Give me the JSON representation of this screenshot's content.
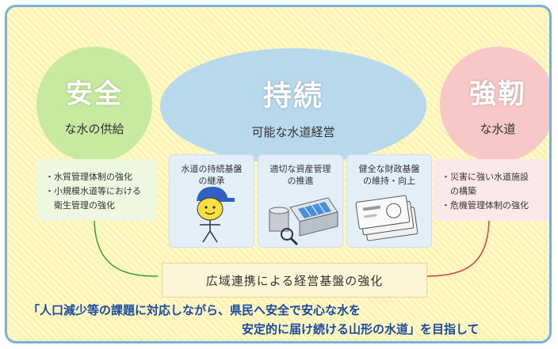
{
  "circles": {
    "left": {
      "title": "安全",
      "subtitle": "な水の供給"
    },
    "center": {
      "title": "持続",
      "subtitle": "可能な水道経営"
    },
    "right": {
      "title": "強靭",
      "subtitle": "な水道"
    }
  },
  "boxes": {
    "left_items": [
      "・水質管理体制の強化",
      "・小規模水道等における",
      "　衛生管理の強化"
    ],
    "right_items": [
      "・災害に強い水道施設",
      "　の構築",
      "・危機管理体制の強化"
    ],
    "middle": [
      {
        "line1": "水道の持続基盤",
        "line2": "の継承"
      },
      {
        "line1": "適切な資産管理",
        "line2": "の推進"
      },
      {
        "line1": "健全な財政基盤",
        "line2": "の維持・向上"
      }
    ]
  },
  "bottom_box": "広域連携による経営基盤の強化",
  "slogan": {
    "line1": "「人口減少等の課題に対応しながら、県民へ安全で安心な水を",
    "line2": "安定的に届け続ける山形の水道」を目指して"
  },
  "colors": {
    "frame_border": "#7ab0d8",
    "green": "#c8eaa0",
    "blue": "#b8d8ec",
    "pink": "#f8c8c8",
    "connector_green": "#30a030",
    "connector_red": "#d04040",
    "slogan": "#1a4aa0"
  }
}
